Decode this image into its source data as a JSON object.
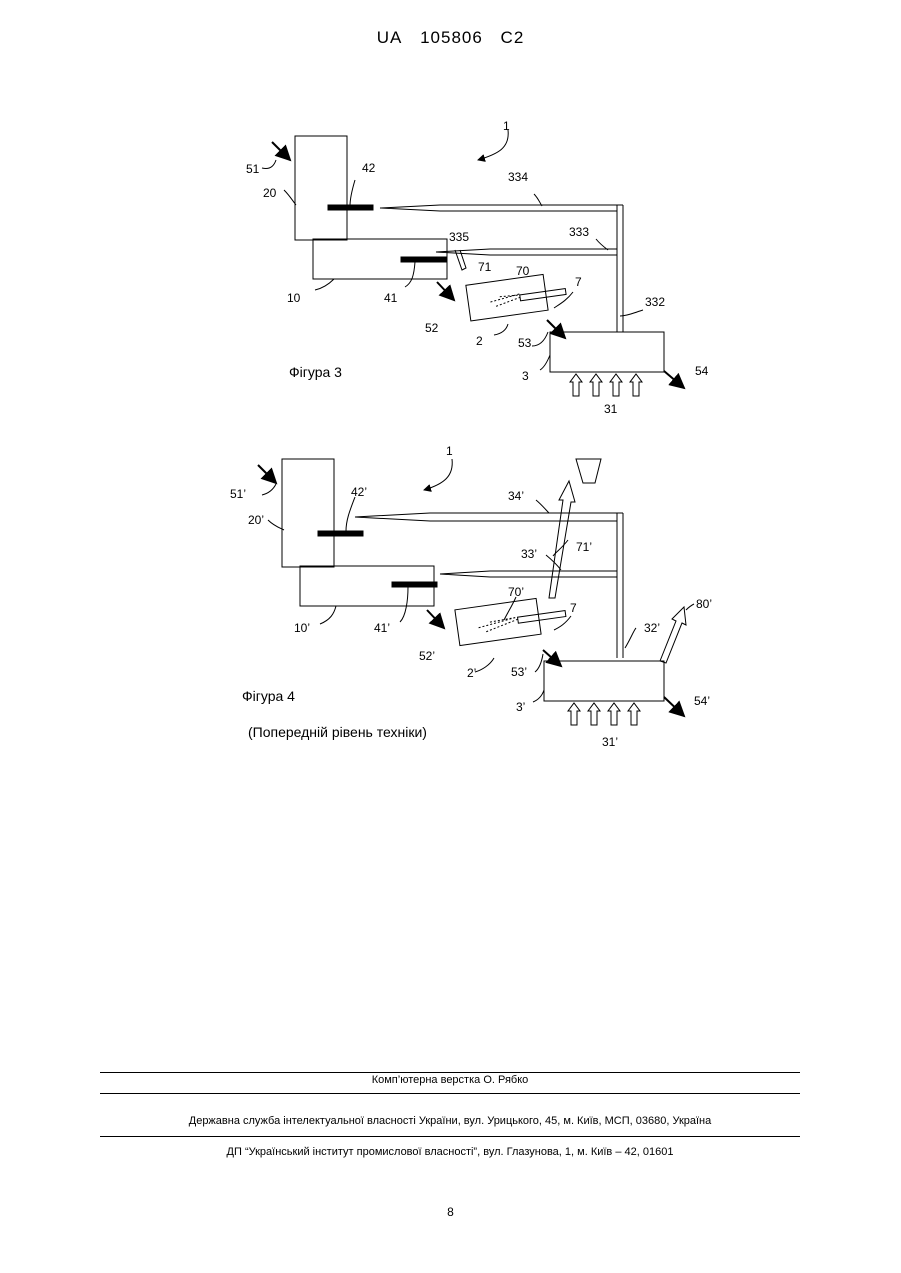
{
  "header": {
    "country": "UA",
    "number": "105806",
    "kind": "C2"
  },
  "figure3": {
    "caption": "Фігура 3",
    "labels": {
      "ref1": "1",
      "l51": "51",
      "l42": "42",
      "l20": "20",
      "l334": "334",
      "l333": "333",
      "l335": "335",
      "l71": "71",
      "l70": "70",
      "l7": "7",
      "l10": "10",
      "l41": "41",
      "l332": "332",
      "l52": "52",
      "l2": "2",
      "l53": "53",
      "l3": "3",
      "l54": "54",
      "l31": "31"
    }
  },
  "figure4": {
    "caption": "Фігура 4",
    "subcaption": "(Попередній рівень техніки)",
    "labels": {
      "ref1": "1",
      "l51": "51’",
      "l42": "42’",
      "l20": "20’",
      "l34": "34’",
      "l71": "71’",
      "l33": "33’",
      "l10": "10’",
      "l41": "41’",
      "l70": "70’",
      "l7": "7",
      "l80": "80’",
      "l32": "32’",
      "l52": "52’",
      "l2": "2’",
      "l53": "53’",
      "l3": "3’",
      "l54": "54’",
      "l31": "31’"
    }
  },
  "footer": {
    "typesetting": "Комп’ютерна верстка О. Рябко",
    "agency": "Державна служба інтелектуальної власності України, вул. Урицького, 45, м. Київ, МСП, 03680, Україна",
    "institute": "ДП “Український інститут промислової власності”, вул. Глазунова, 1, м. Київ – 42, 01601"
  },
  "page_number": "8"
}
